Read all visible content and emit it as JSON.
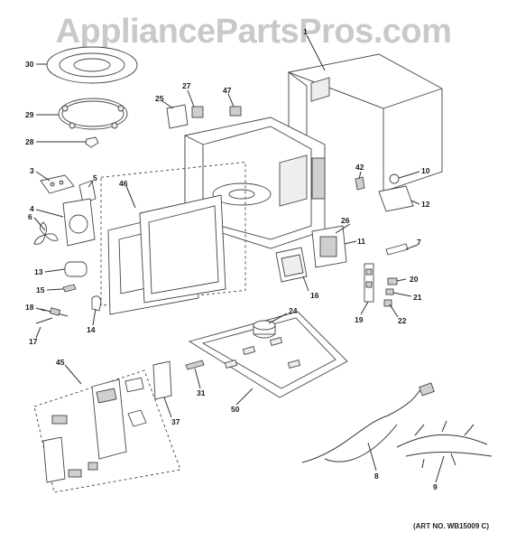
{
  "watermark": "AppliancePartsPros.com",
  "caption": "(ART NO. WB15009 C)",
  "parts": [
    {
      "id": "1",
      "label": "1"
    },
    {
      "id": "3",
      "label": "3"
    },
    {
      "id": "4",
      "label": "4"
    },
    {
      "id": "5",
      "label": "5"
    },
    {
      "id": "6",
      "label": "6"
    },
    {
      "id": "7",
      "label": "7"
    },
    {
      "id": "8",
      "label": "8"
    },
    {
      "id": "9",
      "label": "9"
    },
    {
      "id": "10",
      "label": "10"
    },
    {
      "id": "11",
      "label": "11"
    },
    {
      "id": "12",
      "label": "12"
    },
    {
      "id": "13",
      "label": "13"
    },
    {
      "id": "14",
      "label": "14"
    },
    {
      "id": "15",
      "label": "15"
    },
    {
      "id": "16",
      "label": "16"
    },
    {
      "id": "17",
      "label": "17"
    },
    {
      "id": "18",
      "label": "18"
    },
    {
      "id": "19",
      "label": "19"
    },
    {
      "id": "20",
      "label": "20"
    },
    {
      "id": "21",
      "label": "21"
    },
    {
      "id": "22",
      "label": "22"
    },
    {
      "id": "24",
      "label": "24"
    },
    {
      "id": "25",
      "label": "25"
    },
    {
      "id": "26",
      "label": "26"
    },
    {
      "id": "27",
      "label": "27"
    },
    {
      "id": "28",
      "label": "28"
    },
    {
      "id": "29",
      "label": "29"
    },
    {
      "id": "30",
      "label": "30"
    },
    {
      "id": "31",
      "label": "31"
    },
    {
      "id": "37",
      "label": "37"
    },
    {
      "id": "42",
      "label": "42"
    },
    {
      "id": "45",
      "label": "45"
    },
    {
      "id": "46",
      "label": "46"
    },
    {
      "id": "47",
      "label": "47"
    },
    {
      "id": "50",
      "label": "50"
    }
  ]
}
